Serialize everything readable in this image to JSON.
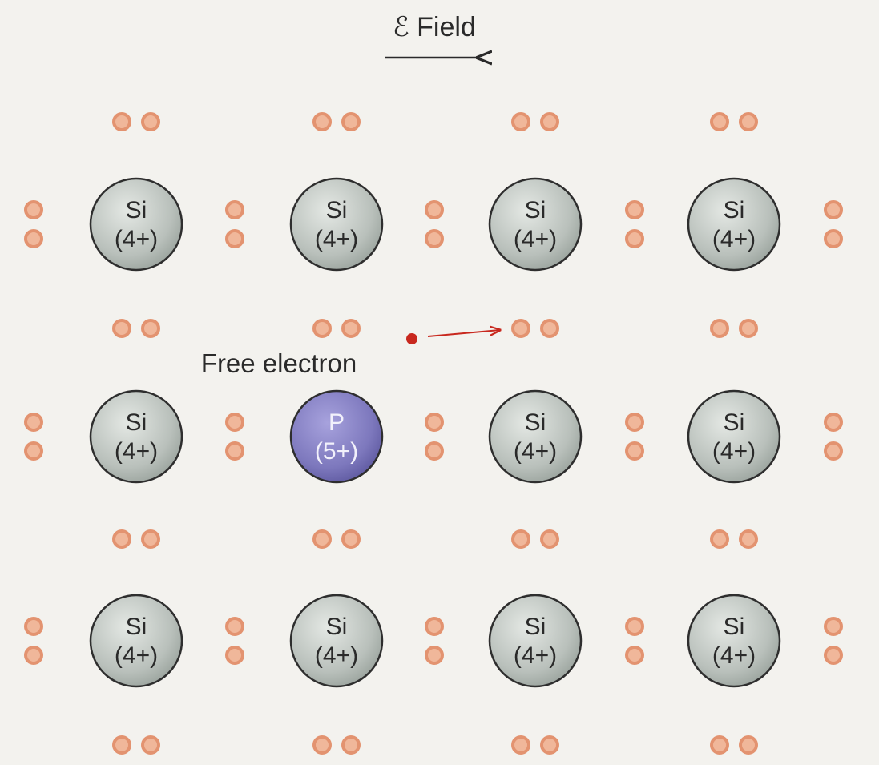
{
  "field_label": "ℰ Field",
  "free_electron_label": "Free electron",
  "atoms": [
    {
      "symbol": "Si",
      "charge": "(4+)"
    },
    {
      "symbol": "Si",
      "charge": "(4+)"
    },
    {
      "symbol": "Si",
      "charge": "(4+)"
    },
    {
      "symbol": "Si",
      "charge": "(4+)"
    },
    {
      "symbol": "Si",
      "charge": "(4+)"
    },
    {
      "symbol": "P",
      "charge": "(5+)"
    },
    {
      "symbol": "Si",
      "charge": "(4+)"
    },
    {
      "symbol": "Si",
      "charge": "(4+)"
    },
    {
      "symbol": "Si",
      "charge": "(4+)"
    },
    {
      "symbol": "Si",
      "charge": "(4+)"
    },
    {
      "symbol": "Si",
      "charge": "(4+)"
    },
    {
      "symbol": "Si",
      "charge": "(4+)"
    }
  ],
  "colors": {
    "background": "#f3f2ee",
    "si_atom": "#b9c0bb",
    "p_atom": "#7d78bd",
    "bond_electron": "#e39370",
    "free_electron": "#c8281e",
    "arrow": "#2a2a2a",
    "free_arrow": "#c8281e"
  }
}
